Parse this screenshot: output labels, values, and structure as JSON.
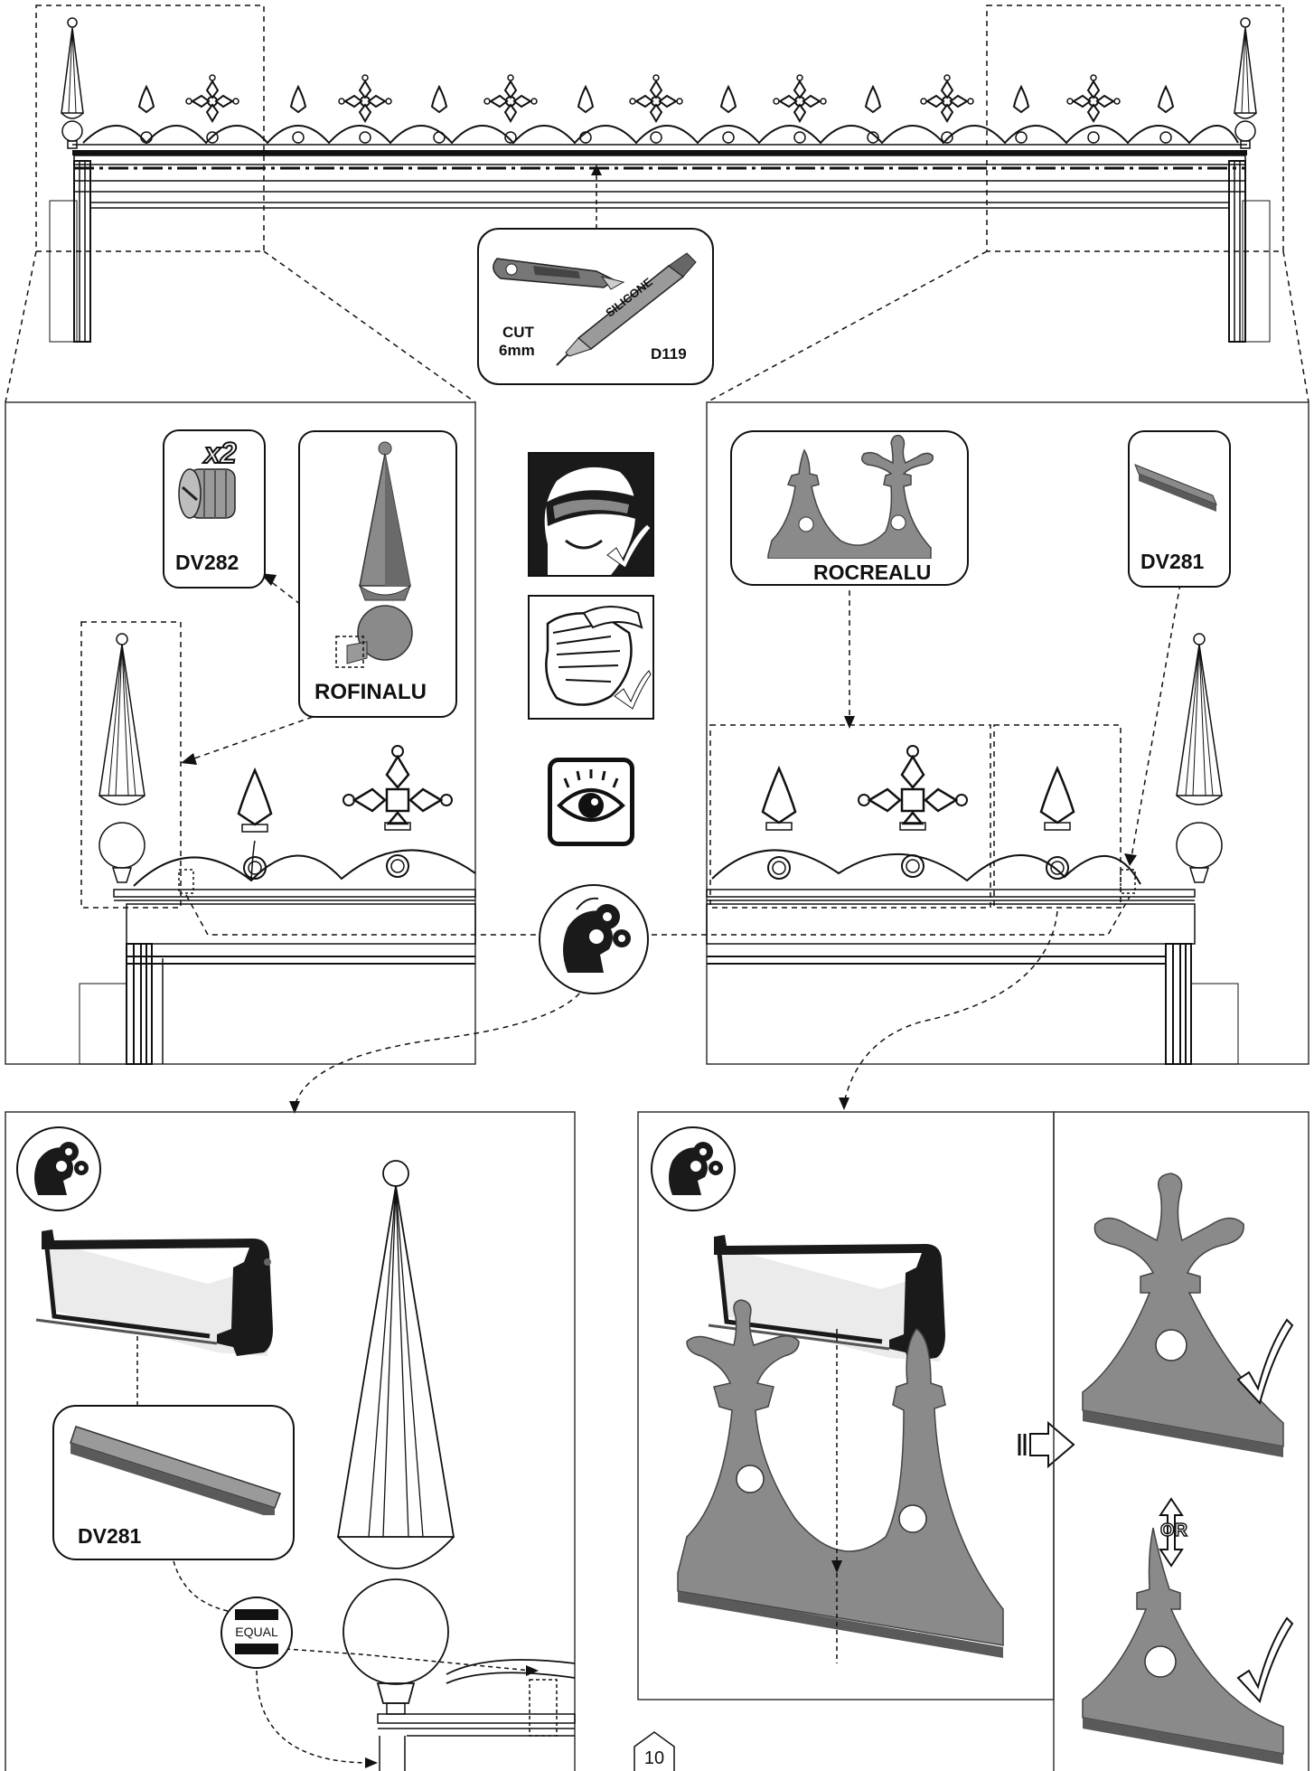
{
  "tools": {
    "cut_label": "CUT",
    "cut_size": "6mm",
    "silicone_text": "SILICONE",
    "silicone_code": "D119"
  },
  "parts": {
    "screw_qty": "x2",
    "screw_code": "DV282",
    "finial_name": "ROFINALU",
    "crest_name": "ROCREALU",
    "profile_code_top": "DV281",
    "profile_code_bottom": "DV281"
  },
  "notes": {
    "equal_label": "EQUAL",
    "or_label": "OR"
  },
  "page_number": "10",
  "safety_icons": [
    "safety-goggles-icon",
    "gloves-icon",
    "eye-attention-icon",
    "think-gears-icon"
  ],
  "colors": {
    "line": "#111111",
    "part_fill": "#8a8a8a",
    "part_dark": "#5a5a5a",
    "icon_fill": "#1a1a1a"
  }
}
